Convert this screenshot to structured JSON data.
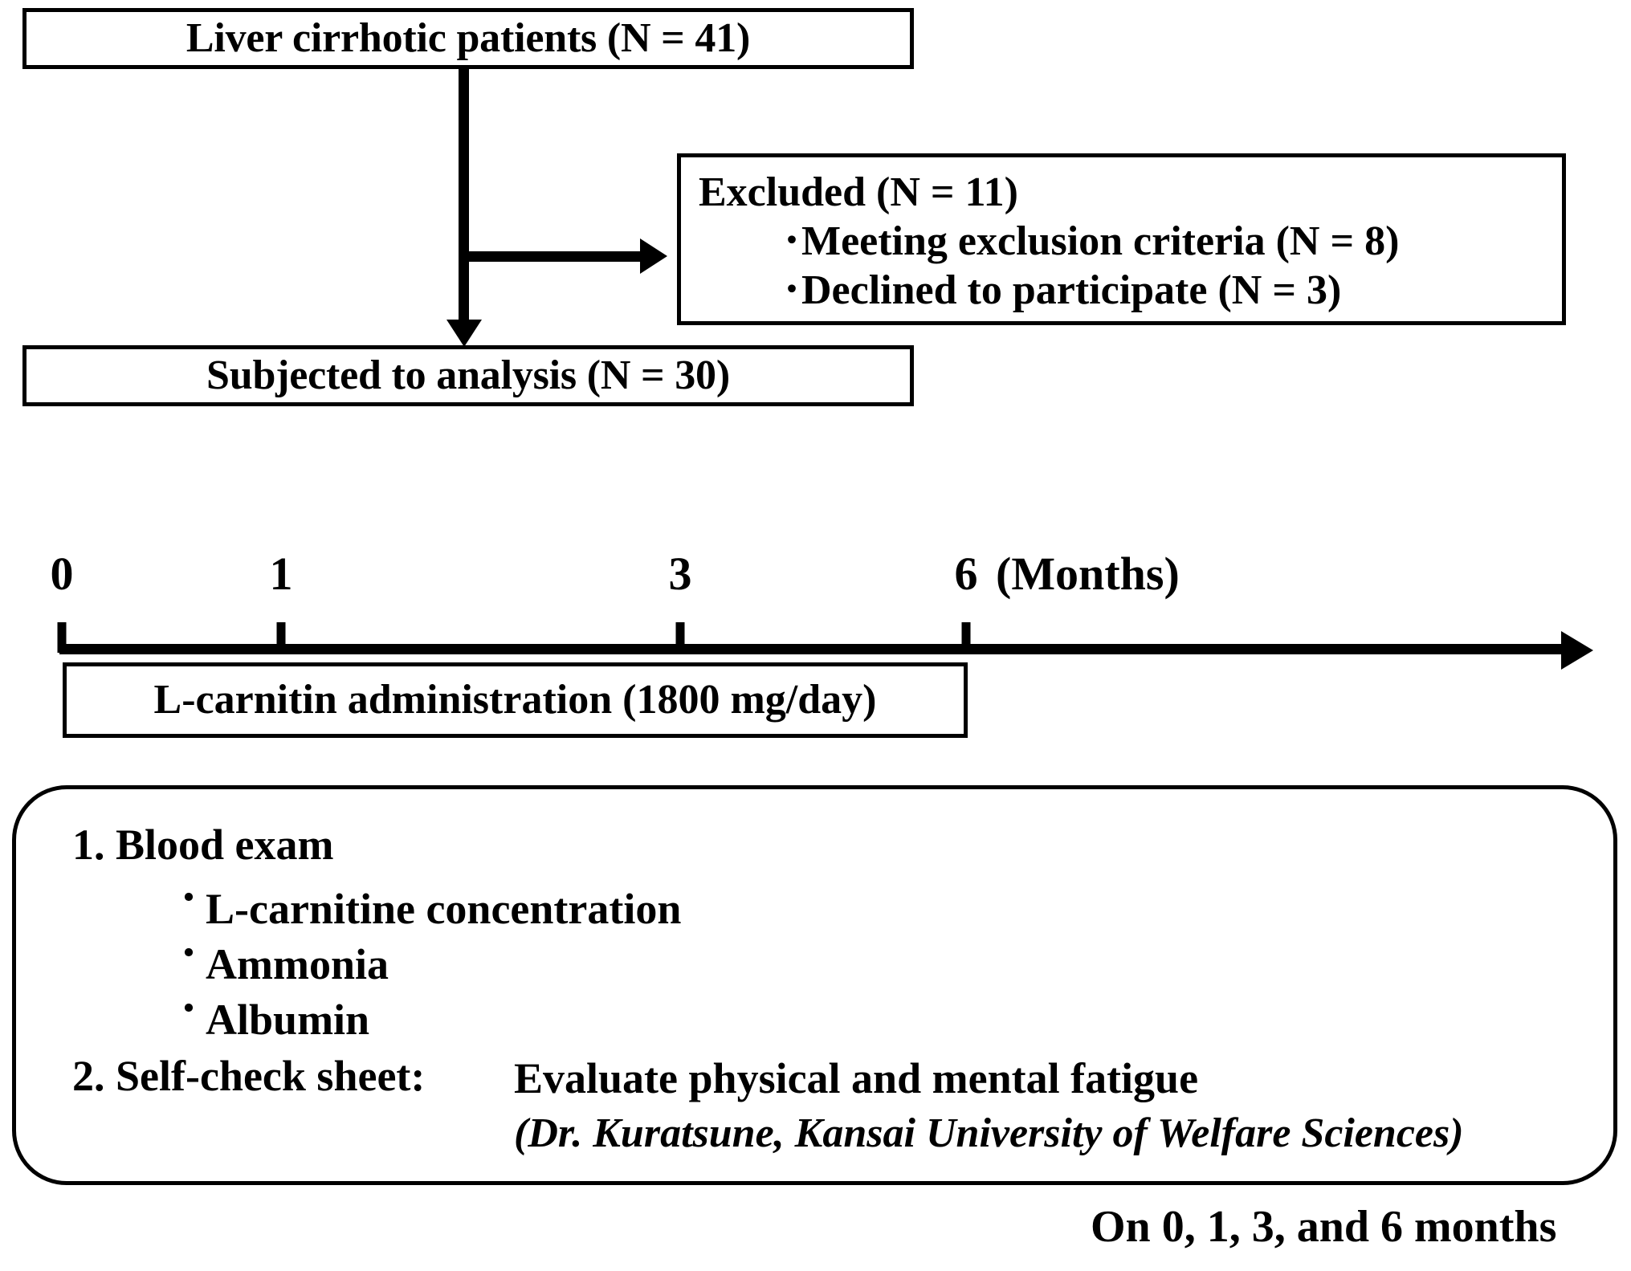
{
  "flow": {
    "enrolled": {
      "label": "Liver cirrhotic patients (N = 41)"
    },
    "excluded": {
      "title": "Excluded (N = 11)",
      "bullet_glyph": "・",
      "items": [
        "Meeting exclusion criteria (N = 8)",
        "Declined to participate (N = 3)"
      ]
    },
    "analysis": {
      "label": "Subjected to analysis (N = 30)"
    }
  },
  "timeline": {
    "tick_labels": [
      "0",
      "1",
      "3",
      "6"
    ],
    "tick_values": [
      0,
      1,
      3,
      6
    ],
    "unit_caption": "(Months)",
    "treatment_label": "L-carnitin administration (1800 mg/day)"
  },
  "assessments": {
    "item1": {
      "heading": "1. Blood exam",
      "bullet_glyph": "・",
      "bullets": [
        "L-carnitine concentration",
        "Ammonia",
        "Albumin"
      ]
    },
    "item2": {
      "heading": "2. Self-check sheet:",
      "detail_main": "Evaluate physical and mental fatigue",
      "detail_sub": "(Dr. Kuratsune, Kansai University  of Welfare  Sciences)"
    }
  },
  "schedule_note": "On 0, 1, 3, and 6 months",
  "colors": {
    "ink": "#000000",
    "background": "#ffffff"
  }
}
